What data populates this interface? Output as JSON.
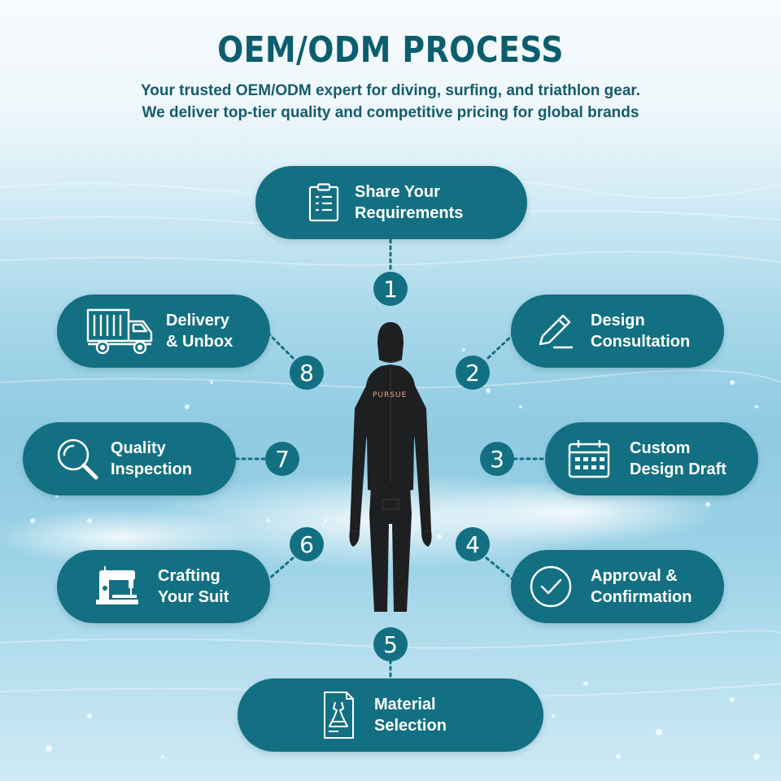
{
  "header": {
    "title": "OEM/ODM PROCESS",
    "subtitle_line1": "Your trusted OEM/ODM expert for diving, surfing, and triathlon gear.",
    "subtitle_line2": "We deliver top-tier quality and competitive pricing for global brands"
  },
  "steps": [
    {
      "number": "1",
      "label": "Share Your\nRequirements",
      "icon": "clipboard-icon"
    },
    {
      "number": "2",
      "label": "Design\nConsultation",
      "icon": "pencil-icon"
    },
    {
      "number": "3",
      "label": "Custom\nDesign Draft",
      "icon": "calendar-icon"
    },
    {
      "number": "4",
      "label": "Approval &\nConfirmation",
      "icon": "checkmark-circle-icon"
    },
    {
      "number": "5",
      "label": "Material\nSelection",
      "icon": "dress-sketch-icon"
    },
    {
      "number": "6",
      "label": "Crafting\nYour Suit",
      "icon": "sewing-machine-icon"
    },
    {
      "number": "7",
      "label": "Quality\nInspection",
      "icon": "magnifier-icon"
    },
    {
      "number": "8",
      "label": "Delivery\n& Unbox",
      "icon": "truck-icon"
    }
  ],
  "product": {
    "brand_logo": "PURSUE",
    "image": "wetsuit"
  },
  "colors": {
    "pill": "#137082",
    "title": "#0b5e6e",
    "subtitle": "#145c6a",
    "icon": "#ffffff"
  }
}
